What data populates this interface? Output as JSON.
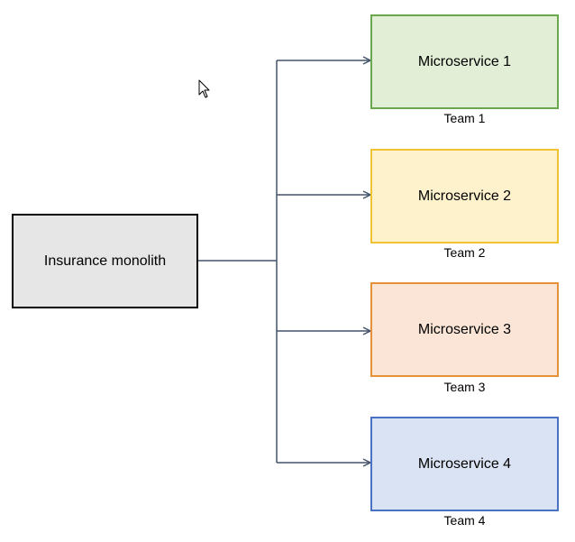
{
  "monolith": {
    "label": "Insurance monolith",
    "fill": "#e6e6e6",
    "stroke": "#000000"
  },
  "microservices": [
    {
      "label": "Microservice 1",
      "team": "Team 1",
      "fill": "#e2eed6",
      "stroke": "#6aa84f"
    },
    {
      "label": "Microservice 2",
      "team": "Team 2",
      "fill": "#fef2cc",
      "stroke": "#f1c232"
    },
    {
      "label": "Microservice 3",
      "team": "Team 3",
      "fill": "#fbe5d6",
      "stroke": "#e69138"
    },
    {
      "label": "Microservice 4",
      "team": "Team 4",
      "fill": "#dae3f3",
      "stroke": "#4a72c4"
    }
  ],
  "connector_color": "#44546a",
  "cursor": {
    "icon": "mouse-pointer-icon"
  }
}
